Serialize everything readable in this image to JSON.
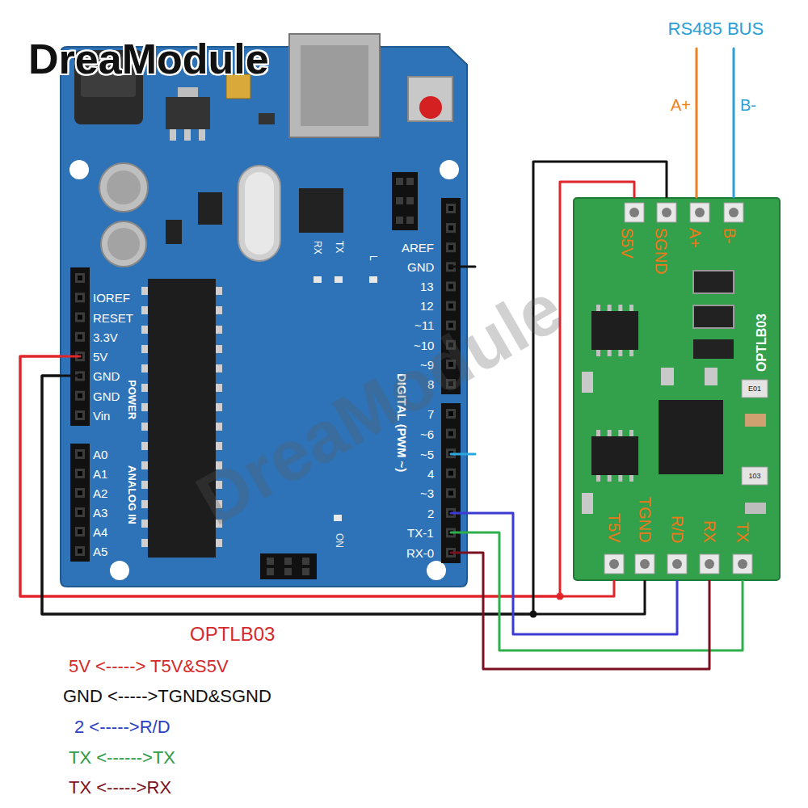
{
  "diagram": {
    "nodes": [
      {
        "text": [
          "IOREF",
          "RESET",
          "3.3V",
          "5V",
          "GND",
          "GND",
          "Vin",
          "POWER",
          "A0",
          "A1",
          "A2",
          "A3",
          "A4",
          "A5",
          "ANALOG IN",
          "AREF",
          "GND",
          "13",
          "12",
          "~11",
          "~10",
          "~9",
          "8",
          "7",
          "~6",
          "~5",
          "4",
          "~3",
          "2",
          "TX-1",
          "RX-0",
          "DIGITAL (PWM ~)",
          "RX",
          "TX",
          "L",
          "ON"
        ]
      },
      {
        "text": [
          "S5V",
          "SGND",
          "A+",
          "B-",
          "OPTLB03",
          "T5V",
          "TGND",
          "R/D",
          "RX",
          "TX",
          "E01",
          "103"
        ]
      }
    ],
    "edges": [
      {
        "from": 0,
        "to": 1,
        "arrow": "none"
      },
      {
        "from": 0,
        "to": 1,
        "arrow": "none"
      },
      {
        "from": 0,
        "to": 1,
        "arrow": "none"
      },
      {
        "from": 0,
        "to": 1,
        "arrow": "none"
      },
      {
        "from": 0,
        "to": 1,
        "arrow": "none"
      },
      {
        "from": 0,
        "to": 1,
        "arrow": "none"
      },
      {
        "from": 0,
        "to": 1,
        "arrow": "none"
      }
    ],
    "labels": [
      "DreaModule",
      "RS485 BUS",
      "A+",
      "B-",
      "DreaModule",
      "OPTLB03",
      "5V <-----> T5V&S5V",
      "GND <----->TGND&SGND",
      "2 <----->R/D",
      "TX <------>TX",
      "TX <----->RX"
    ]
  }
}
